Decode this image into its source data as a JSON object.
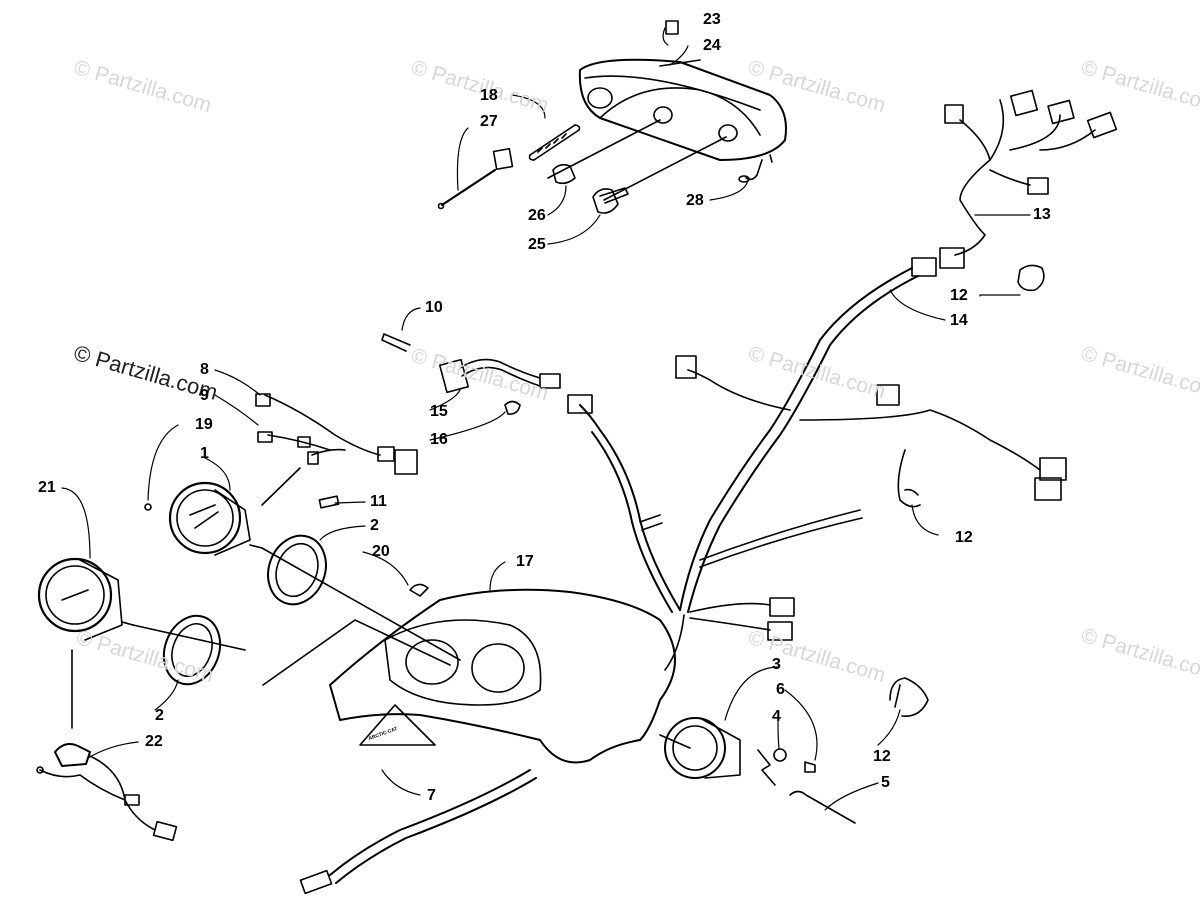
{
  "watermark": {
    "primary": "© Partzilla.com",
    "faint": "© Partzilla.com"
  },
  "callouts": {
    "c1": "1",
    "c2a": "2",
    "c2b": "2",
    "c3": "3",
    "c4": "4",
    "c5": "5",
    "c6": "6",
    "c7": "7",
    "c8": "8",
    "c9": "9",
    "c10": "10",
    "c11": "11",
    "c12a": "12",
    "c12b": "12",
    "c12c": "12",
    "c13": "13",
    "c14": "14",
    "c15": "15",
    "c16": "16",
    "c17": "17",
    "c18": "18",
    "c19": "19",
    "c20": "20",
    "c21": "21",
    "c22": "22",
    "c23": "23",
    "c24": "24",
    "c25": "25",
    "c26": "26",
    "c27": "27",
    "c28": "28"
  },
  "decal_text": "ARCTIC CAT",
  "colors": {
    "line": "#000000",
    "watermark": "#d7d7d7",
    "background": "#ffffff"
  }
}
